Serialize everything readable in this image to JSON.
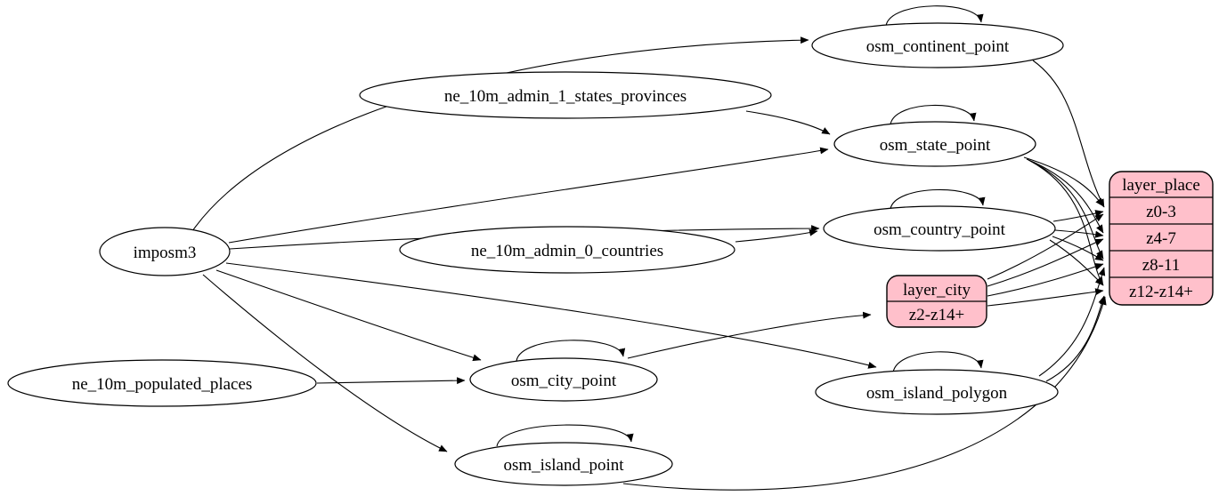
{
  "diagram_type": "etl-flow-graph",
  "colors": {
    "background": "#ffffff",
    "ellipse_fill": "#ffffff",
    "record_fill": "#ffc0cb",
    "stroke": "#000000"
  },
  "nodes": {
    "imposm3": {
      "label": "imposm3",
      "shape": "ellipse"
    },
    "ne_10m_admin_1_states_provinces": {
      "label": "ne_10m_admin_1_states_provinces",
      "shape": "ellipse"
    },
    "ne_10m_admin_0_countries": {
      "label": "ne_10m_admin_0_countries",
      "shape": "ellipse"
    },
    "ne_10m_populated_places": {
      "label": "ne_10m_populated_places",
      "shape": "ellipse"
    },
    "osm_continent_point": {
      "label": "osm_continent_point",
      "shape": "ellipse"
    },
    "osm_state_point": {
      "label": "osm_state_point",
      "shape": "ellipse"
    },
    "osm_country_point": {
      "label": "osm_country_point",
      "shape": "ellipse"
    },
    "osm_city_point": {
      "label": "osm_city_point",
      "shape": "ellipse"
    },
    "osm_island_polygon": {
      "label": "osm_island_polygon",
      "shape": "ellipse"
    },
    "osm_island_point": {
      "label": "osm_island_point",
      "shape": "ellipse"
    },
    "layer_city": {
      "title": "layer_city",
      "rows": [
        "z2-z14+"
      ],
      "shape": "record"
    },
    "layer_place": {
      "title": "layer_place",
      "rows": [
        "z0-3",
        "z4-7",
        "z8-11",
        "z12-z14+"
      ],
      "shape": "record"
    }
  },
  "edges": [
    {
      "from": "imposm3",
      "to": "osm_continent_point"
    },
    {
      "from": "imposm3",
      "to": "osm_state_point"
    },
    {
      "from": "imposm3",
      "to": "osm_country_point"
    },
    {
      "from": "imposm3",
      "to": "osm_city_point"
    },
    {
      "from": "imposm3",
      "to": "osm_island_polygon"
    },
    {
      "from": "imposm3",
      "to": "osm_island_point"
    },
    {
      "from": "ne_10m_admin_1_states_provinces",
      "to": "osm_state_point"
    },
    {
      "from": "ne_10m_admin_0_countries",
      "to": "osm_country_point"
    },
    {
      "from": "ne_10m_populated_places",
      "to": "osm_city_point"
    },
    {
      "from": "osm_continent_point",
      "to": "osm_continent_point"
    },
    {
      "from": "osm_state_point",
      "to": "osm_state_point"
    },
    {
      "from": "osm_country_point",
      "to": "osm_country_point"
    },
    {
      "from": "osm_city_point",
      "to": "osm_city_point"
    },
    {
      "from": "osm_island_polygon",
      "to": "osm_island_polygon"
    },
    {
      "from": "osm_island_point",
      "to": "osm_island_point"
    },
    {
      "from": "osm_continent_point",
      "to": "layer_place",
      "port": "z0-3"
    },
    {
      "from": "osm_state_point",
      "to": "layer_place",
      "port": "z0-3"
    },
    {
      "from": "osm_state_point",
      "to": "layer_place",
      "port": "z4-7"
    },
    {
      "from": "osm_state_point",
      "to": "layer_place",
      "port": "z8-11"
    },
    {
      "from": "osm_state_point",
      "to": "layer_place",
      "port": "z12-z14+"
    },
    {
      "from": "osm_country_point",
      "to": "layer_place",
      "port": "z0-3"
    },
    {
      "from": "osm_country_point",
      "to": "layer_place",
      "port": "z4-7"
    },
    {
      "from": "osm_country_point",
      "to": "layer_place",
      "port": "z8-11"
    },
    {
      "from": "osm_country_point",
      "to": "layer_place",
      "port": "z12-z14+"
    },
    {
      "from": "osm_city_point",
      "to": "layer_city",
      "port": "z2-z14+"
    },
    {
      "from": "layer_city",
      "to": "layer_place",
      "port": "z0-3"
    },
    {
      "from": "layer_city",
      "to": "layer_place",
      "port": "z4-7"
    },
    {
      "from": "layer_city",
      "to": "layer_place",
      "port": "z8-11"
    },
    {
      "from": "layer_city",
      "to": "layer_place",
      "port": "z12-z14+"
    },
    {
      "from": "osm_island_polygon",
      "to": "layer_place",
      "port": "z8-11"
    },
    {
      "from": "osm_island_polygon",
      "to": "layer_place",
      "port": "z12-z14+"
    },
    {
      "from": "osm_island_point",
      "to": "layer_place",
      "port": "z12-z14+"
    }
  ]
}
